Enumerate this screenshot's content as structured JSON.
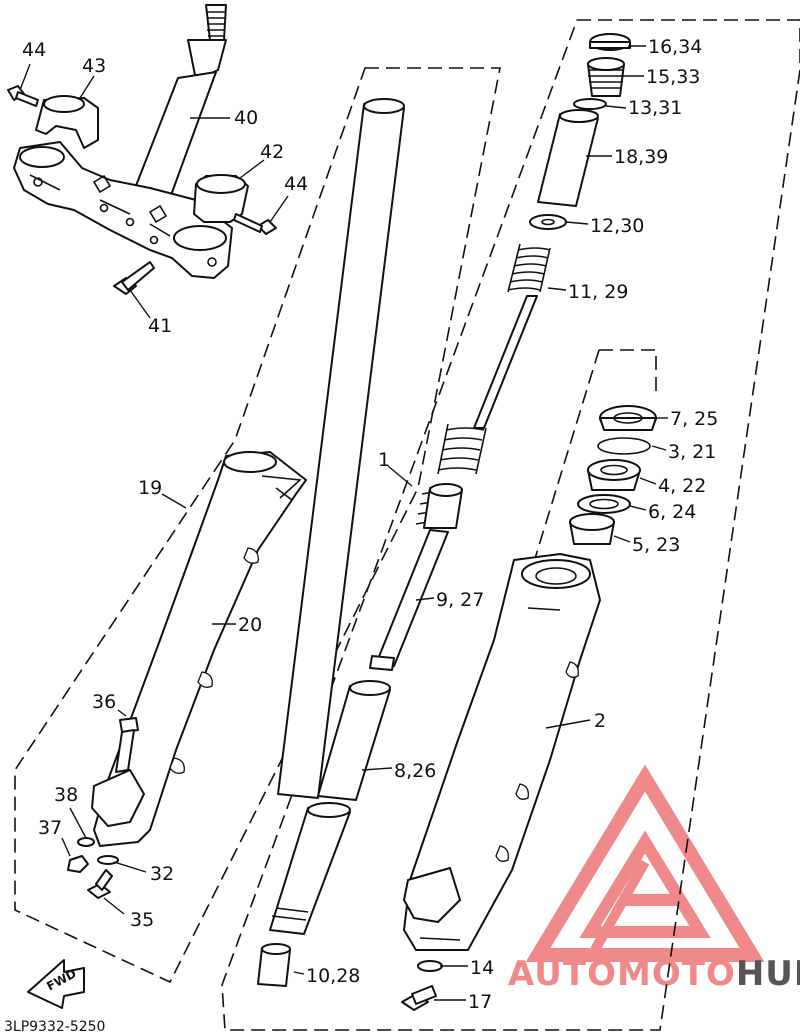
{
  "labels": {
    "p1": "1",
    "p2": "2",
    "p3_21": "3, 21",
    "p4_22": "4, 22",
    "p5_23": "5, 23",
    "p6_24": "6, 24",
    "p7_25": "7, 25",
    "p8_26": "8,26",
    "p9_27": "9, 27",
    "p10_28": "10,28",
    "p11_29": "11, 29",
    "p12_30": "12,30",
    "p13_31": "13,31",
    "p14": "14",
    "p15_33": "15,33",
    "p16_34": "16,34",
    "p17": "17",
    "p18_39": "18,39",
    "p19": "19",
    "p20": "20",
    "p32": "32",
    "p35": "35",
    "p36": "36",
    "p37": "37",
    "p38": "38",
    "p40": "40",
    "p41": "41",
    "p42": "42",
    "p43": "43",
    "p44a": "44",
    "p44b": "44"
  },
  "fwd_label": "FWD",
  "diagram_code": "3LP9332-5250",
  "watermark": {
    "part1": "AUTO",
    "part2": "MOTO",
    "part3": "HUB",
    "color_red": "#f08a8a",
    "color_dark": "#555555"
  }
}
